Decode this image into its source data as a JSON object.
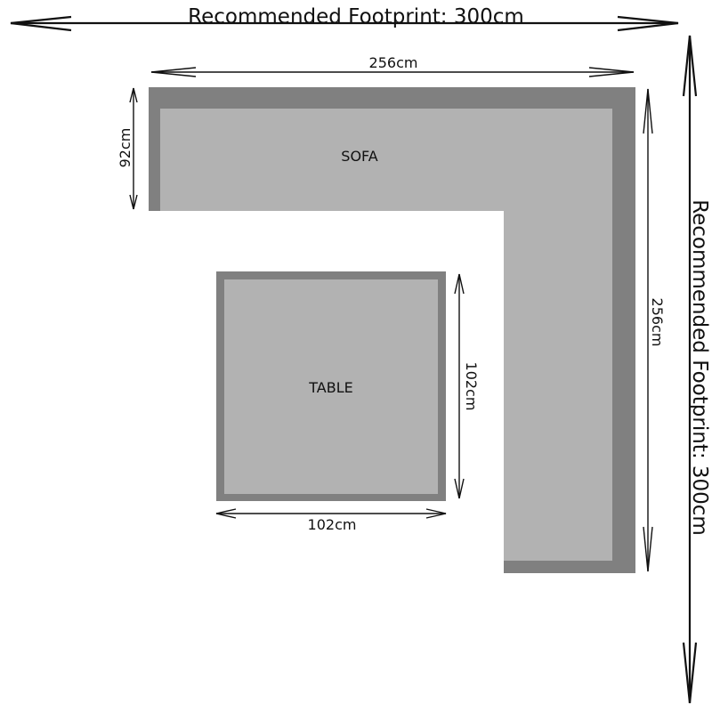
{
  "footprint": {
    "horizontal_label": "Recommended Footprint: 300cm",
    "vertical_label": "Recommended Footprint: 300cm"
  },
  "sofa": {
    "label": "SOFA",
    "width_label": "256cm",
    "depth_label": "256cm",
    "arm_depth_label": "92cm"
  },
  "table": {
    "label": "TABLE",
    "width_label": "102cm",
    "depth_label": "102cm"
  },
  "colors": {
    "frame": "#808080",
    "cushion": "#b2b2b2"
  }
}
